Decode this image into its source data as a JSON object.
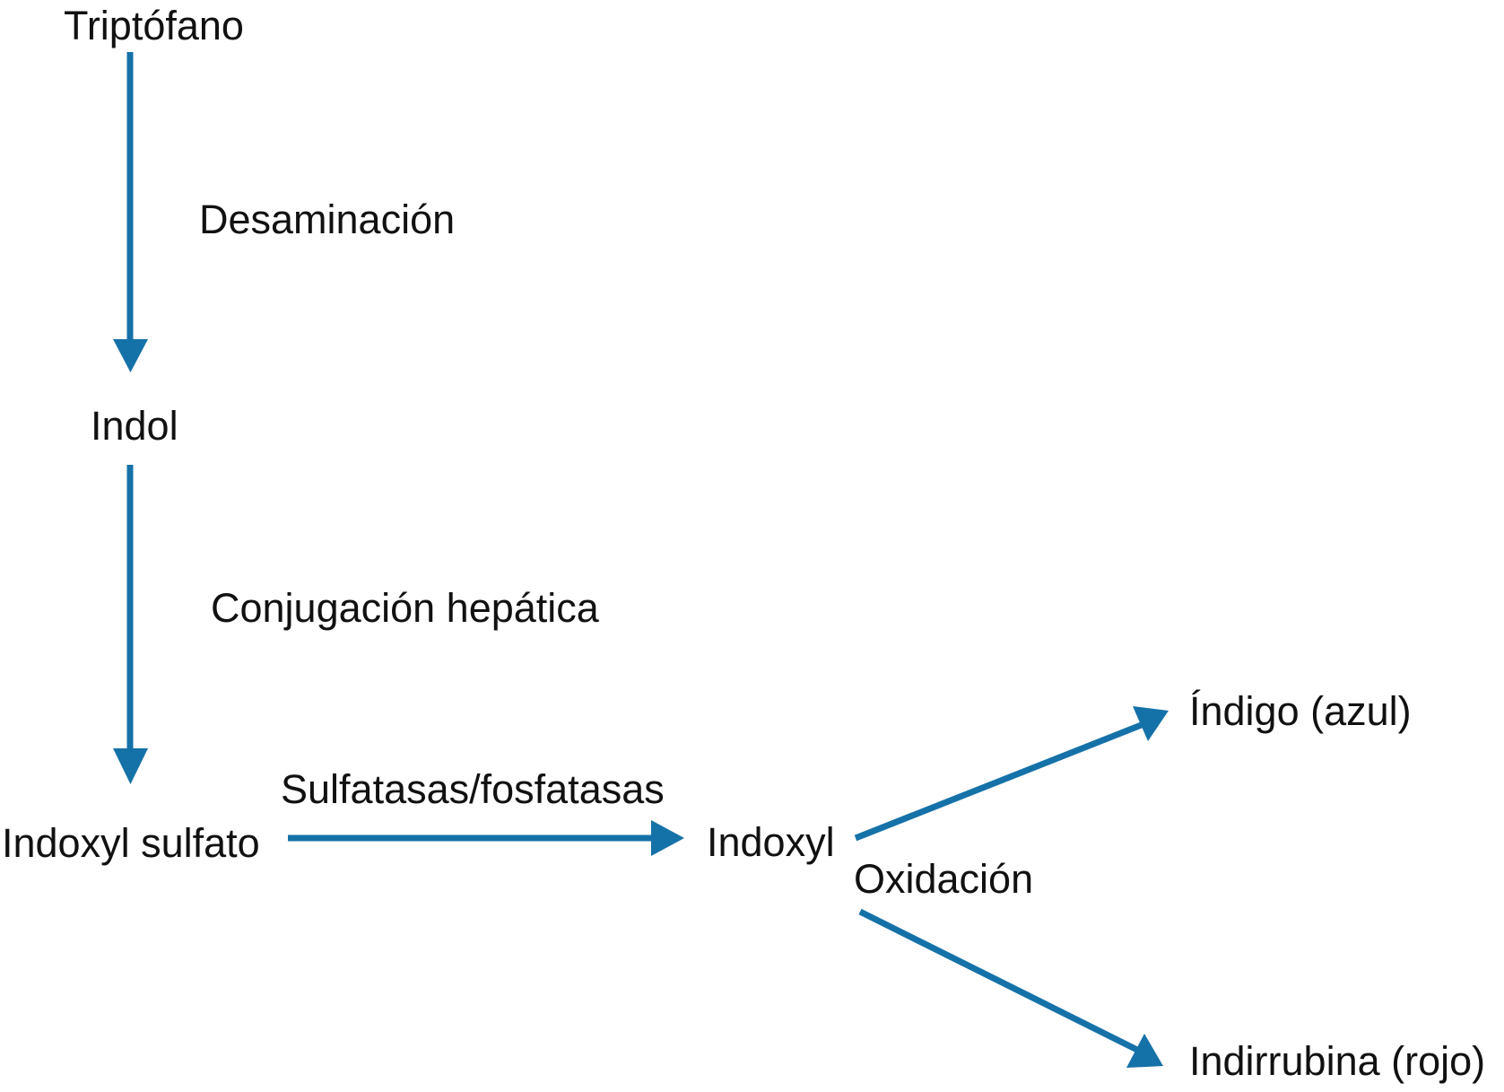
{
  "nodes": {
    "triptofano": "Triptófano",
    "indol": "Indol",
    "indoxyl_sulfato": "Indoxyl sulfato",
    "indoxyl": "Indoxyl",
    "indigo": "Índigo (azul)",
    "indirrubina": "Indirrubina (rojo)"
  },
  "steps": {
    "desaminacion": "Desaminación",
    "conjugacion": "Conjugación hepática",
    "sulfatasas": "Sulfatasas/fosfatasas",
    "oxidacion": "Oxidación"
  },
  "colors": {
    "arrow": "#1572a8",
    "text": "#111111",
    "background": "#ffffff"
  }
}
